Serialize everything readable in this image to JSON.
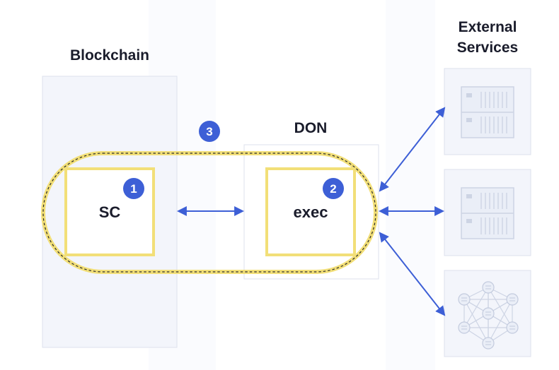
{
  "labels": {
    "blockchain": "Blockchain",
    "external_line1": "External",
    "external_line2": "Services",
    "don": "DON",
    "sc": "SC",
    "exec": "exec"
  },
  "badges": {
    "one": "1",
    "two": "2",
    "three": "3"
  },
  "colors": {
    "panel_fill": "#f4f6fb",
    "panel_stroke": "#dde1ec",
    "highlight_yellow": "#f2df78",
    "badge_blue": "#3d5fd6",
    "arrow_blue": "#3d5fd6",
    "text_dark": "#1a1c2b"
  },
  "icons": {
    "service_1": "server-rack-icon",
    "service_2": "server-rack-icon",
    "service_3": "network-graph-icon"
  }
}
